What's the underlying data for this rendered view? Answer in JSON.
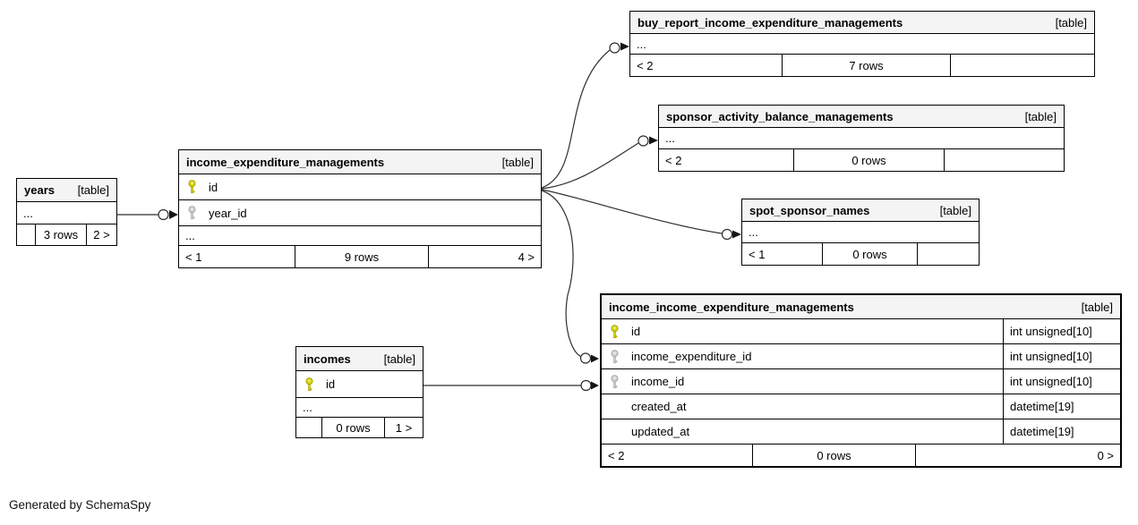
{
  "credit": "Generated by SchemaSpy",
  "colors": {
    "header_bg": "#f4f4f4",
    "border": "#000000",
    "edge": "#2f2f2f",
    "primary_key": "#d6d600",
    "foreign_key": "#cfcfcf"
  },
  "tables": {
    "years": {
      "title": "years",
      "tag": "[table]",
      "rows": [
        {
          "label": "..."
        }
      ],
      "footer": {
        "left": "",
        "center": "3 rows",
        "right": "2 >"
      }
    },
    "income_expenditure_managements": {
      "title": "income_expenditure_managements",
      "tag": "[table]",
      "rows": [
        {
          "icon": "primary-key-icon",
          "label": "id"
        },
        {
          "icon": "foreign-key-icon",
          "label": "year_id"
        },
        {
          "label": "..."
        }
      ],
      "footer": {
        "left": "< 1",
        "center": "9 rows",
        "right": "4 >"
      }
    },
    "buy_report_income_expenditure_managements": {
      "title": "buy_report_income_expenditure_managements",
      "tag": "[table]",
      "rows": [
        {
          "label": "..."
        }
      ],
      "footer": {
        "left": "< 2",
        "center": "7 rows",
        "right": ""
      }
    },
    "sponsor_activity_balance_managements": {
      "title": "sponsor_activity_balance_managements",
      "tag": "[table]",
      "rows": [
        {
          "label": "..."
        }
      ],
      "footer": {
        "left": "< 2",
        "center": "0 rows",
        "right": ""
      }
    },
    "spot_sponsor_names": {
      "title": "spot_sponsor_names",
      "tag": "[table]",
      "rows": [
        {
          "label": "..."
        }
      ],
      "footer": {
        "left": "< 1",
        "center": "0 rows",
        "right": ""
      }
    },
    "income_income_expenditure_managements": {
      "title": "income_income_expenditure_managements",
      "tag": "[table]",
      "rows": [
        {
          "icon": "primary-key-icon",
          "label": "id",
          "type": "int unsigned[10]"
        },
        {
          "icon": "foreign-key-icon",
          "label": "income_expenditure_id",
          "type": "int unsigned[10]"
        },
        {
          "icon": "foreign-key-icon",
          "label": "income_id",
          "type": "int unsigned[10]"
        },
        {
          "label": "created_at",
          "type": "datetime[19]"
        },
        {
          "label": "updated_at",
          "type": "datetime[19]"
        }
      ],
      "footer": {
        "left": "< 2",
        "center": "0 rows",
        "right": "0 >"
      }
    },
    "incomes": {
      "title": "incomes",
      "tag": "[table]",
      "rows": [
        {
          "icon": "primary-key-icon",
          "label": "id"
        },
        {
          "label": "..."
        }
      ],
      "footer": {
        "left": "",
        "center": "0 rows",
        "right": "1 >"
      }
    }
  }
}
